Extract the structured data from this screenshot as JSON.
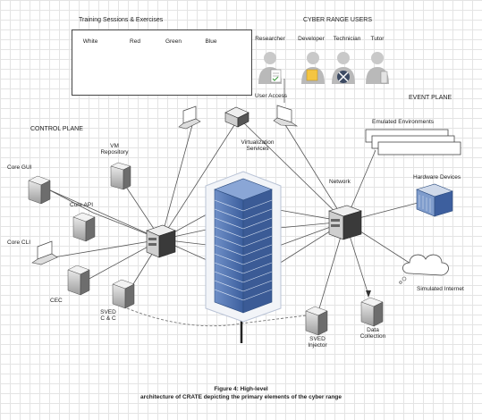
{
  "training": {
    "title": "Training Sessions & Exercises",
    "teams": [
      {
        "label": "White",
        "color": "#ffffff"
      },
      {
        "label": "Red",
        "color": "#e01e1e"
      },
      {
        "label": "Green",
        "color": "#5aa02c"
      },
      {
        "label": "Blue",
        "color": "#2a8fd6"
      }
    ]
  },
  "users": {
    "title": "CYBER RANGE USERS",
    "roles": [
      "Researcher",
      "Developer",
      "Technician",
      "Tutor"
    ],
    "access_label": "User Access"
  },
  "control_plane": {
    "title": "CONTROL PLANE",
    "vm_repository": "VM\nRepository",
    "core_gui": "Core GUI",
    "core_api": "Core API",
    "core_cli": "Core CLI",
    "cec": "CEC",
    "sved_cc": "SVED\nC & C"
  },
  "virtualization": "Virtualization\nServices",
  "event_plane": {
    "title": "EVENT PLANE",
    "emulated": "Emulated Environments",
    "network": "Network",
    "hardware": "Hardware Devices",
    "internet": "Simulated Internet",
    "sved_injector": "SVED\nInjector",
    "data_collection": "Data\nCollection"
  },
  "caption": {
    "line1": "Figure 4: High-level",
    "line2": "architecture of CRATE depicting the primary elements of the cyber range"
  },
  "colors": {
    "server_blue": "#4a6ea9",
    "server_outline": "#2b4b7e",
    "line": "#555555",
    "dashed": "#777777"
  }
}
